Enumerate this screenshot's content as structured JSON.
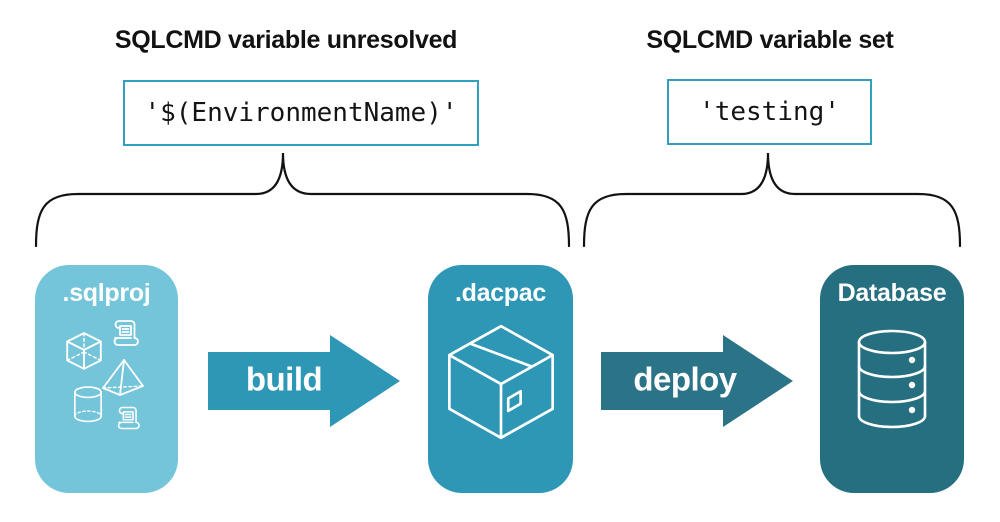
{
  "diagram": {
    "annotations": {
      "left": {
        "heading": "SQLCMD variable unresolved",
        "value": "'$(EnvironmentName)'"
      },
      "right": {
        "heading": "SQLCMD variable set",
        "value": "'testing'"
      }
    },
    "nodes": {
      "sqlproj": {
        "label": ".sqlproj",
        "color": "#74C5D9",
        "icons": [
          "cube-icon",
          "script-scroll-icon",
          "pyramid-icon",
          "cylinder-icon",
          "script-scroll-icon"
        ]
      },
      "dacpac": {
        "label": ".dacpac",
        "color": "#2E97B5",
        "icons": [
          "package-box-icon"
        ]
      },
      "database": {
        "label": "Database",
        "color": "#266F80",
        "icons": [
          "database-cylinders-icon"
        ]
      }
    },
    "arrows": {
      "build": {
        "label": "build",
        "color": "#2E97B5"
      },
      "deploy": {
        "label": "deploy",
        "color": "#2B7487"
      }
    },
    "styles": {
      "value_box_border_color": "#31A0BE",
      "brace_color": "#121212",
      "heading_color": "#121212",
      "background_color": "#FFFFFF"
    }
  }
}
